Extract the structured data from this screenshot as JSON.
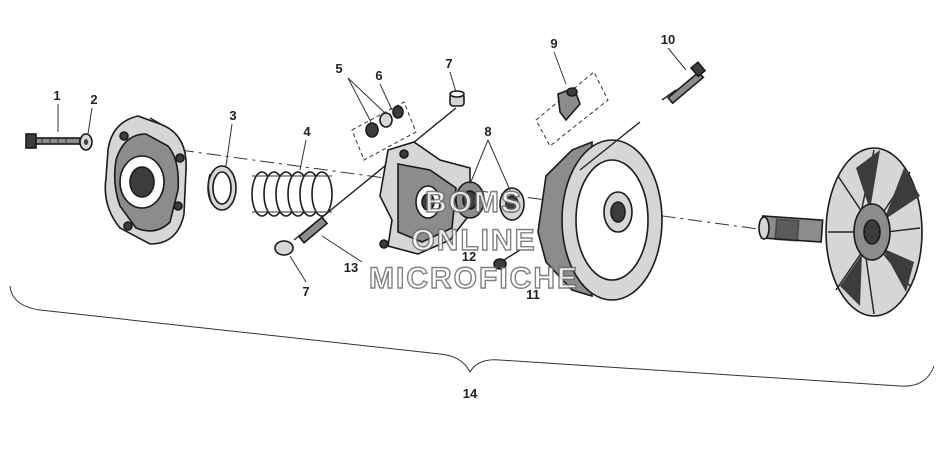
{
  "diagram": {
    "callouts": [
      {
        "id": "c1",
        "label": "1"
      },
      {
        "id": "c2",
        "label": "2"
      },
      {
        "id": "c3",
        "label": "3"
      },
      {
        "id": "c4",
        "label": "4"
      },
      {
        "id": "c5",
        "label": "5"
      },
      {
        "id": "c6",
        "label": "6"
      },
      {
        "id": "c7a",
        "label": "7"
      },
      {
        "id": "c7b",
        "label": "7"
      },
      {
        "id": "c8",
        "label": "8"
      },
      {
        "id": "c9",
        "label": "9"
      },
      {
        "id": "c10",
        "label": "10"
      },
      {
        "id": "c11",
        "label": "11"
      },
      {
        "id": "c12",
        "label": "12"
      },
      {
        "id": "c13",
        "label": "13"
      },
      {
        "id": "c14",
        "label": "14"
      }
    ],
    "watermark": {
      "line1": "BOMS",
      "line2": "ONLINE",
      "line3": "MICROFICHE"
    }
  }
}
